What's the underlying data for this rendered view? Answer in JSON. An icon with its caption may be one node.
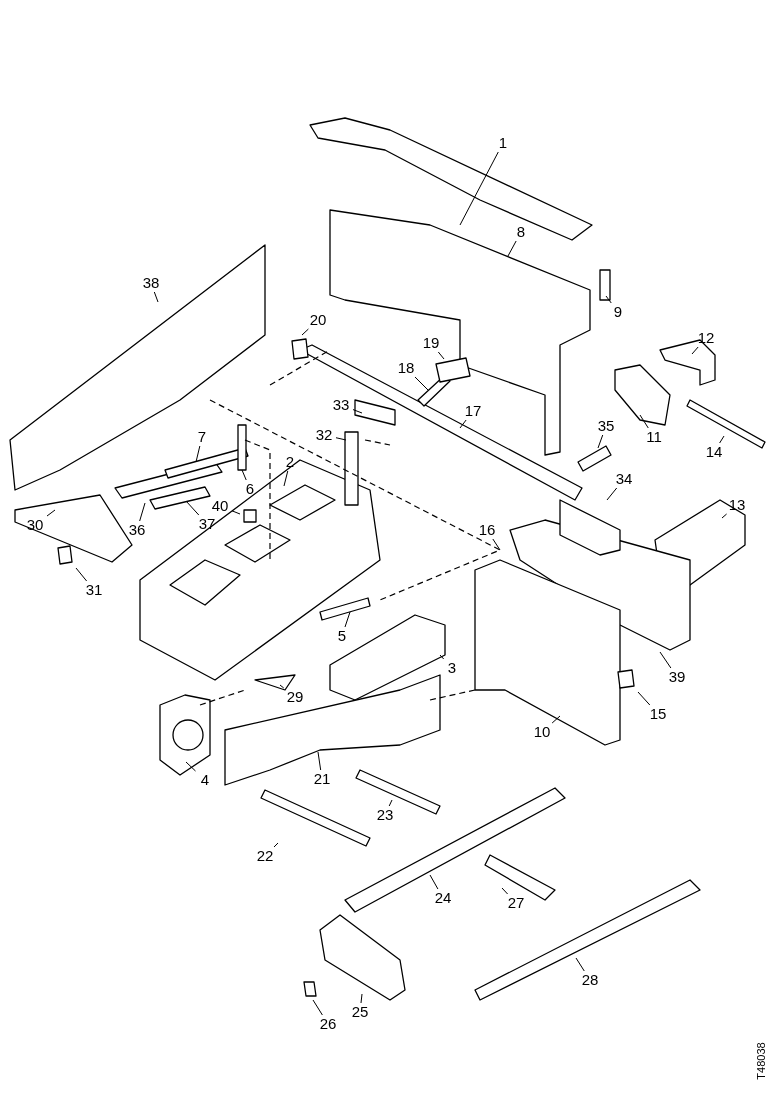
{
  "diagram": {
    "nodes": [
      {
        "text": [
          "1"
        ]
      },
      {
        "text": [
          "8"
        ]
      },
      {
        "text": [
          "38"
        ]
      },
      {
        "text": [
          "9"
        ]
      },
      {
        "text": [
          "20"
        ]
      },
      {
        "text": [
          "12"
        ]
      },
      {
        "text": [
          "19"
        ]
      },
      {
        "text": [
          "18"
        ]
      },
      {
        "text": [
          "33"
        ]
      },
      {
        "text": [
          "17"
        ]
      },
      {
        "text": [
          "35"
        ]
      },
      {
        "text": [
          "32"
        ]
      },
      {
        "text": [
          "7"
        ]
      },
      {
        "text": [
          "11"
        ]
      },
      {
        "text": [
          "14"
        ]
      },
      {
        "text": [
          "2"
        ]
      },
      {
        "text": [
          "34"
        ]
      },
      {
        "text": [
          "6"
        ]
      },
      {
        "text": [
          "13"
        ]
      },
      {
        "text": [
          "40"
        ]
      },
      {
        "text": [
          "37"
        ]
      },
      {
        "text": [
          "30"
        ]
      },
      {
        "text": [
          "36"
        ]
      },
      {
        "text": [
          "16"
        ]
      },
      {
        "text": [
          "31"
        ]
      },
      {
        "text": [
          "5"
        ]
      },
      {
        "text": [
          "3"
        ]
      },
      {
        "text": [
          "39"
        ]
      },
      {
        "text": [
          "29"
        ]
      },
      {
        "text": [
          "15"
        ]
      },
      {
        "text": [
          "10"
        ]
      },
      {
        "text": [
          "21"
        ]
      },
      {
        "text": [
          "4"
        ]
      },
      {
        "text": [
          "23"
        ]
      },
      {
        "text": [
          "22"
        ]
      },
      {
        "text": [
          "24"
        ]
      },
      {
        "text": [
          "27"
        ]
      },
      {
        "text": [
          "28"
        ]
      },
      {
        "text": [
          "26"
        ]
      },
      {
        "text": [
          "25"
        ]
      }
    ],
    "edges": [
      {
        "from": 0,
        "to": null,
        "arrow": "none"
      },
      {
        "from": 1,
        "to": null,
        "arrow": "none"
      },
      {
        "from": 2,
        "to": null,
        "arrow": "none"
      },
      {
        "from": 3,
        "to": null,
        "arrow": "none"
      },
      {
        "from": 4,
        "to": null,
        "arrow": "none"
      },
      {
        "from": 5,
        "to": null,
        "arrow": "none"
      },
      {
        "from": 6,
        "to": null,
        "arrow": "none"
      },
      {
        "from": 7,
        "to": null,
        "arrow": "none"
      },
      {
        "from": 8,
        "to": null,
        "arrow": "none"
      },
      {
        "from": 9,
        "to": null,
        "arrow": "none"
      },
      {
        "from": 10,
        "to": null,
        "arrow": "none"
      },
      {
        "from": 11,
        "to": null,
        "arrow": "none"
      },
      {
        "from": 12,
        "to": null,
        "arrow": "none"
      },
      {
        "from": 13,
        "to": null,
        "arrow": "none"
      },
      {
        "from": 14,
        "to": null,
        "arrow": "none"
      },
      {
        "from": 15,
        "to": null,
        "arrow": "none"
      },
      {
        "from": 16,
        "to": null,
        "arrow": "none"
      },
      {
        "from": 17,
        "to": null,
        "arrow": "none"
      },
      {
        "from": 18,
        "to": null,
        "arrow": "none"
      },
      {
        "from": 19,
        "to": null,
        "arrow": "none"
      },
      {
        "from": 20,
        "to": null,
        "arrow": "none"
      },
      {
        "from": 21,
        "to": null,
        "arrow": "none"
      },
      {
        "from": 22,
        "to": null,
        "arrow": "none"
      },
      {
        "from": 23,
        "to": null,
        "arrow": "none"
      },
      {
        "from": 24,
        "to": null,
        "arrow": "none"
      },
      {
        "from": 25,
        "to": null,
        "arrow": "none"
      },
      {
        "from": 26,
        "to": null,
        "arrow": "none"
      },
      {
        "from": 27,
        "to": null,
        "arrow": "none"
      },
      {
        "from": 28,
        "to": null,
        "arrow": "none"
      },
      {
        "from": 29,
        "to": null,
        "arrow": "none"
      },
      {
        "from": 30,
        "to": null,
        "arrow": "none"
      },
      {
        "from": 31,
        "to": null,
        "arrow": "none"
      },
      {
        "from": 32,
        "to": null,
        "arrow": "none"
      },
      {
        "from": 33,
        "to": null,
        "arrow": "none"
      },
      {
        "from": 34,
        "to": null,
        "arrow": "none"
      },
      {
        "from": 35,
        "to": null,
        "arrow": "none"
      },
      {
        "from": 36,
        "to": null,
        "arrow": "none"
      },
      {
        "from": 37,
        "to": null,
        "arrow": "none"
      },
      {
        "from": 38,
        "to": null,
        "arrow": "none"
      },
      {
        "from": 39,
        "to": null,
        "arrow": "none"
      }
    ],
    "labels": [
      "T48038"
    ]
  }
}
